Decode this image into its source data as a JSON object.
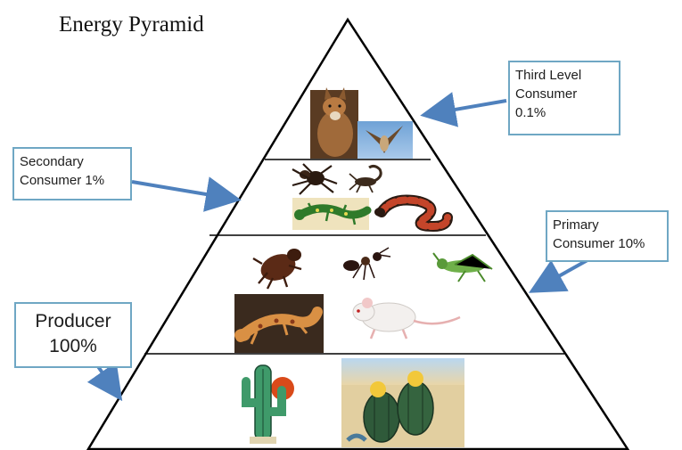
{
  "title": "Energy Pyramid",
  "labels": {
    "third": {
      "line1": "Third Level",
      "line2": "Consumer",
      "line3": "0.1%"
    },
    "secondary": {
      "line1": "Secondary",
      "line2": "Consumer 1%"
    },
    "primary": {
      "line1": "Primary",
      "line2": "Consumer 10%"
    },
    "producer": {
      "line1": "Producer",
      "line2": "100%"
    }
  },
  "levels": [
    {
      "name": "Third Level Consumer",
      "energy": "0.1%",
      "organisms": [
        "fox",
        "hawk"
      ]
    },
    {
      "name": "Secondary Consumer",
      "energy": "1%",
      "organisms": [
        "tarantula",
        "scorpion",
        "lizard",
        "snake"
      ]
    },
    {
      "name": "Primary Consumer",
      "energy": "10%",
      "organisms": [
        "beetle",
        "ant",
        "grasshopper",
        "gecko",
        "mouse"
      ]
    },
    {
      "name": "Producer",
      "energy": "100%",
      "organisms": [
        "saguaro cactus",
        "barrel cactus"
      ]
    }
  ],
  "colors": {
    "arrow": "#4f81bd",
    "box_border": "#6fa7c4",
    "pyramid": "#000000"
  }
}
